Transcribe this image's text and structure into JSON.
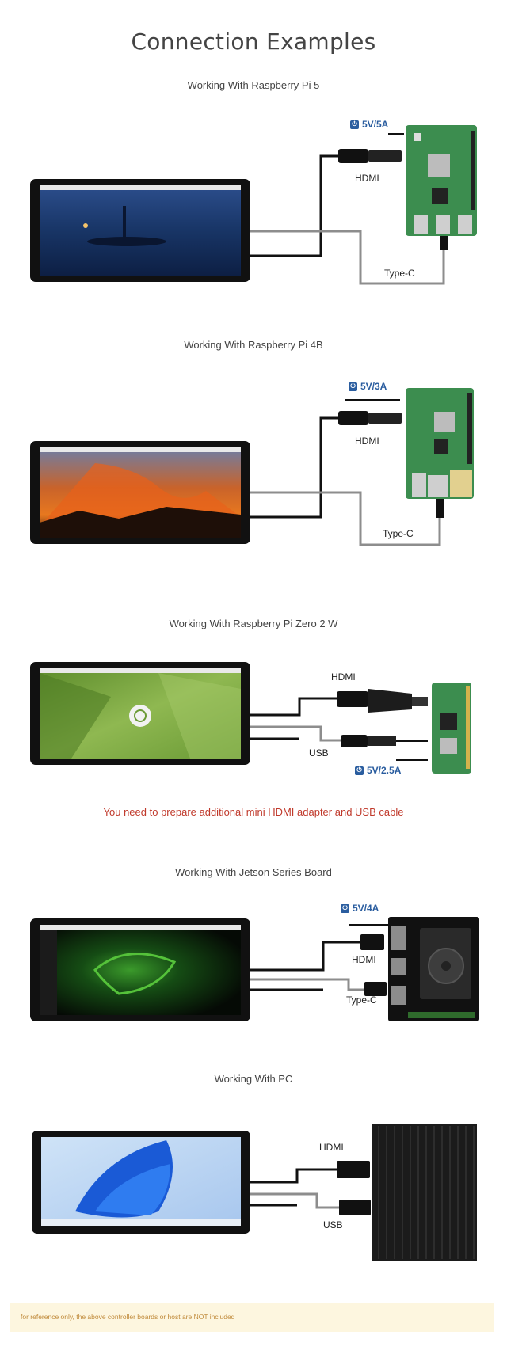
{
  "title": "Connection Examples",
  "sections": [
    {
      "title": "Working With Raspberry Pi 5",
      "power": "5V/5A",
      "hdmi": "HDMI",
      "typec": "Type-C"
    },
    {
      "title": "Working With Raspberry Pi 4B",
      "power": "5V/3A",
      "hdmi": "HDMI",
      "typec": "Type-C"
    },
    {
      "title": "Working With Raspberry Pi Zero 2 W",
      "power": "5V/2.5A",
      "hdmi": "HDMI",
      "usb": "USB",
      "note": "You need to prepare additional mini HDMI adapter and USB cable"
    },
    {
      "title": "Working With Jetson Series Board",
      "power": "5V/4A",
      "hdmi": "HDMI",
      "typec": "Type-C"
    },
    {
      "title": "Working With PC",
      "hdmi": "HDMI",
      "usb": "USB"
    }
  ],
  "power_icon": "power-plug-icon",
  "footer": "for reference only, the above controller boards or host are NOT included",
  "colors": {
    "power_label": "#2a5d9f",
    "note": "#c0392b",
    "footer_bg": "#fdf6df",
    "board_green": "#3c8d4f"
  }
}
